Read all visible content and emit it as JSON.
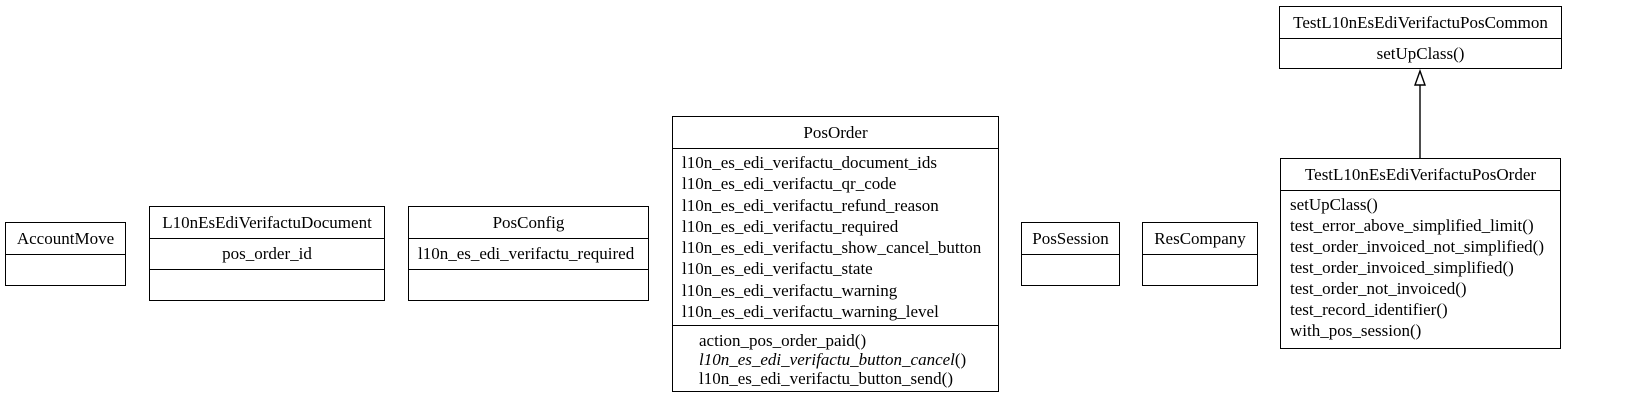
{
  "classes": {
    "account_move": {
      "name": "AccountMove"
    },
    "document": {
      "name": "L10nEsEdiVerifactuDocument",
      "fields": [
        "pos_order_id"
      ]
    },
    "pos_config": {
      "name": "PosConfig",
      "fields": [
        "l10n_es_edi_verifactu_required"
      ]
    },
    "pos_order": {
      "name": "PosOrder",
      "fields": [
        "l10n_es_edi_verifactu_document_ids",
        "l10n_es_edi_verifactu_qr_code",
        "l10n_es_edi_verifactu_refund_reason",
        "l10n_es_edi_verifactu_required",
        "l10n_es_edi_verifactu_show_cancel_button",
        "l10n_es_edi_verifactu_state",
        "l10n_es_edi_verifactu_warning",
        "l10n_es_edi_verifactu_warning_level"
      ],
      "methods": {
        "m0": "action_pos_order_paid()",
        "m1_name": "l10n_es_edi_verifactu_button_cancel",
        "m1_suffix": "()",
        "m2": "l10n_es_edi_verifactu_button_send()"
      }
    },
    "pos_session": {
      "name": "PosSession"
    },
    "res_company": {
      "name": "ResCompany"
    },
    "test_common": {
      "name": "TestL10nEsEdiVerifactuPosCommon",
      "methods": [
        "setUpClass()"
      ]
    },
    "test_pos_order": {
      "name": "TestL10nEsEdiVerifactuPosOrder",
      "methods": [
        "setUpClass()",
        "test_error_above_simplified_limit()",
        "test_order_invoiced_not_simplified()",
        "test_order_invoiced_simplified()",
        "test_order_not_invoiced()",
        "test_record_identifier()",
        "with_pos_session()"
      ]
    }
  }
}
